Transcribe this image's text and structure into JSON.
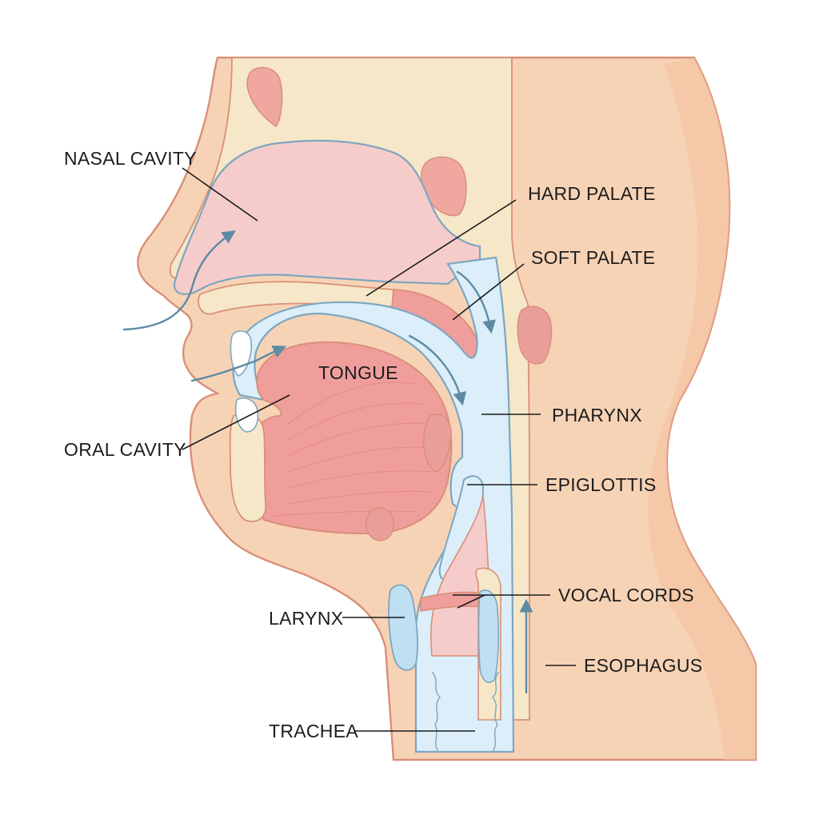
{
  "labels": {
    "nasal_cavity": "NASAL CAVITY",
    "hard_palate": "HARD PALATE",
    "soft_palate": "SOFT PALATE",
    "tongue": "TONGUE",
    "oral_cavity": "ORAL CAVITY",
    "pharynx": "PHARYNX",
    "epiglottis": "EPIGLOTTIS",
    "vocal_cords": "VOCAL CORDS",
    "larynx": "LARYNX",
    "esophagus": "ESOPHAGUS",
    "trachea": "TRACHEA"
  },
  "colors": {
    "skin": "#f7d3b6",
    "skin_outline": "#d98f78",
    "bone": "#f6e7c8",
    "mucosa": "#f6cccb",
    "airway": "#dbeef9",
    "airway_outline": "#7ea6c0",
    "muscle": "#ef9e9b",
    "tonsil": "#ea9e99",
    "airflow_arrow": "#5e8aa6"
  }
}
